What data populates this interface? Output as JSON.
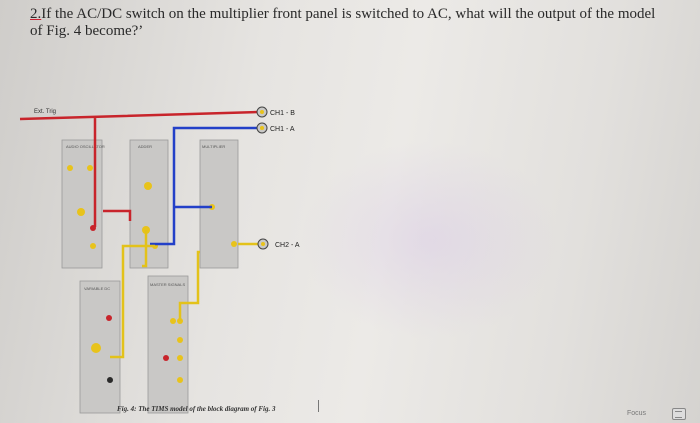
{
  "question": {
    "number": "2.",
    "text": "If the AC/DC switch on the multiplier front panel is switched to AC, what will the output of the model of Fig. 4 become?’"
  },
  "diagram": {
    "ext_trig_label": "Ext. Trig",
    "channels": {
      "ch1b": "CH1 - B",
      "ch1a": "CH1 - A",
      "ch2a": "CH2 - A"
    },
    "modules": {
      "audio_oscillator": "AUDIO OSCILLATOR",
      "adder": "ADDER",
      "multiplier": "MULTIPLIER",
      "variable_dc": "VARIABLE DC",
      "master_signals": "MASTER SIGNALS"
    },
    "wire_colors": {
      "red": "#c8242b",
      "blue": "#2340c8",
      "yellow": "#e3c21a"
    },
    "caption": "Fig. 4: The TIMS model of the block diagram of Fig. 3"
  },
  "taskbar": {
    "focus_label": "Focus",
    "focus_icon": "focus-icon"
  }
}
